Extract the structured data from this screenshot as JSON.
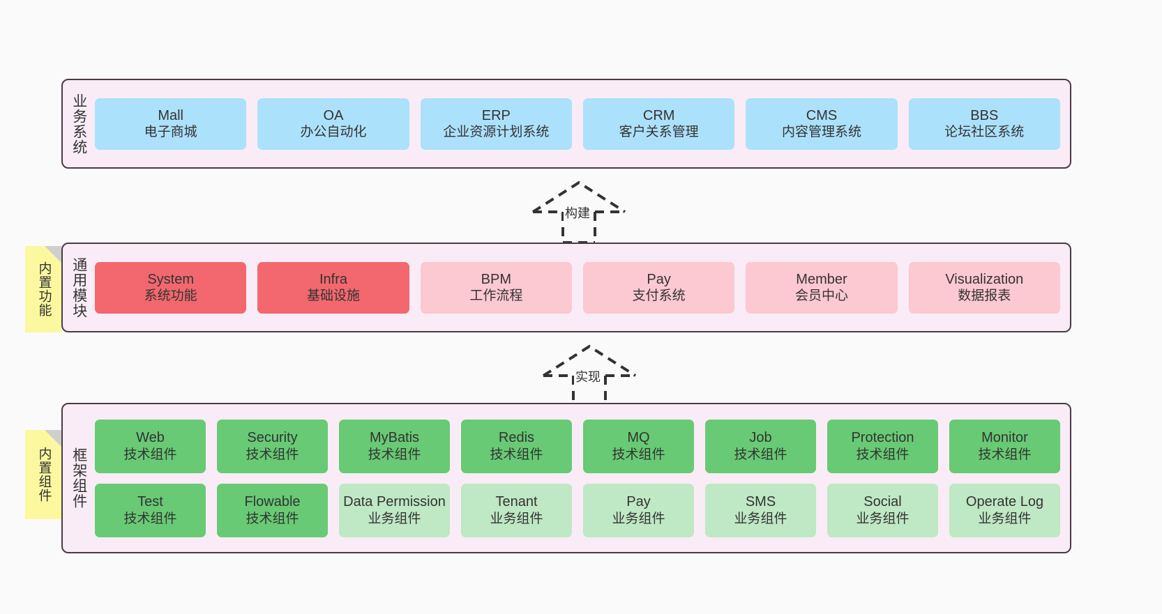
{
  "colors": {
    "page_background": "#fafafa",
    "section_background": "#f9ecf6",
    "section_border": "#4a3a47",
    "business_card": "#ace1fb",
    "module_core": "#f2686e",
    "module_other": "#fcc8d1",
    "component_tech": "#68ca74",
    "component_business": "#bfe8c4",
    "note_background": "#fbf8a0",
    "note_fold": "#cfcfcf",
    "text": "#333333"
  },
  "sections": {
    "business": {
      "title": "业务系统",
      "cards": [
        {
          "name": "Mall",
          "sub": "电子商城"
        },
        {
          "name": "OA",
          "sub": "办公自动化"
        },
        {
          "name": "ERP",
          "sub": "企业资源计划系统"
        },
        {
          "name": "CRM",
          "sub": "客户关系管理"
        },
        {
          "name": "CMS",
          "sub": "内容管理系统"
        },
        {
          "name": "BBS",
          "sub": "论坛社区系统"
        }
      ]
    },
    "modules": {
      "title": "通用模块",
      "note": "内置功能",
      "cards": [
        {
          "name": "System",
          "sub": "系统功能",
          "style": "c-red"
        },
        {
          "name": "Infra",
          "sub": "基础设施",
          "style": "c-red"
        },
        {
          "name": "BPM",
          "sub": "工作流程",
          "style": "c-pink"
        },
        {
          "name": "Pay",
          "sub": "支付系统",
          "style": "c-pink"
        },
        {
          "name": "Member",
          "sub": "会员中心",
          "style": "c-pink"
        },
        {
          "name": "Visualization",
          "sub": "数据报表",
          "style": "c-pink"
        }
      ]
    },
    "framework": {
      "title": "框架组件",
      "note": "内置组件",
      "row1": [
        {
          "name": "Web",
          "sub": "技术组件",
          "style": "c-green"
        },
        {
          "name": "Security",
          "sub": "技术组件",
          "style": "c-green"
        },
        {
          "name": "MyBatis",
          "sub": "技术组件",
          "style": "c-green"
        },
        {
          "name": "Redis",
          "sub": "技术组件",
          "style": "c-green"
        },
        {
          "name": "MQ",
          "sub": "技术组件",
          "style": "c-green"
        },
        {
          "name": "Job",
          "sub": "技术组件",
          "style": "c-green"
        },
        {
          "name": "Protection",
          "sub": "技术组件",
          "style": "c-green"
        },
        {
          "name": "Monitor",
          "sub": "技术组件",
          "style": "c-green"
        }
      ],
      "row2": [
        {
          "name": "Test",
          "sub": "技术组件",
          "style": "c-green"
        },
        {
          "name": "Flowable",
          "sub": "技术组件",
          "style": "c-green"
        },
        {
          "name": "Data Permission",
          "sub": "业务组件",
          "style": "c-greenlight"
        },
        {
          "name": "Tenant",
          "sub": "业务组件",
          "style": "c-greenlight"
        },
        {
          "name": "Pay",
          "sub": "业务组件",
          "style": "c-greenlight"
        },
        {
          "name": "SMS",
          "sub": "业务组件",
          "style": "c-greenlight"
        },
        {
          "name": "Social",
          "sub": "业务组件",
          "style": "c-greenlight"
        },
        {
          "name": "Operate Log",
          "sub": "业务组件",
          "style": "c-greenlight"
        }
      ]
    }
  },
  "arrows": [
    {
      "label": "构建"
    },
    {
      "label": "实现"
    }
  ]
}
